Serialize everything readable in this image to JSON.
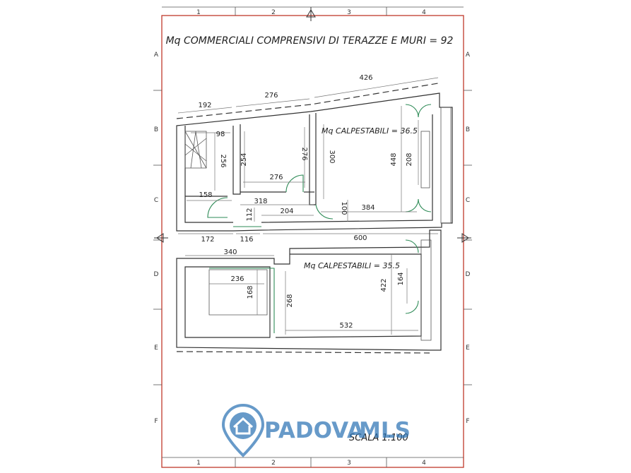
{
  "plan": {
    "title": "Mq COMMERCIALI COMPRENSIVI DI TERAZZE E MURI = 92",
    "upper_area_label": "Mq CALPESTABILI = 36.5",
    "lower_area_label": "Mq CALPESTABILI = 35.5",
    "scale_label": "SCALA 1:100",
    "colors": {
      "border": "#c0392b",
      "wall": "#333333",
      "door": "#2e8b57",
      "watermark": "#2d74b5"
    }
  },
  "grid": {
    "columns": [
      "1",
      "2",
      "3",
      "4"
    ],
    "rows": [
      "A",
      "B",
      "C",
      "D",
      "E",
      "F"
    ]
  },
  "dimensions": {
    "upper": [
      "192",
      "276",
      "426",
      "98",
      "256",
      "254",
      "276",
      "276",
      "300",
      "448",
      "208",
      "158",
      "318",
      "112",
      "204",
      "100",
      "384",
      "172",
      "116",
      "600"
    ],
    "lower": [
      "340",
      "236",
      "168",
      "268",
      "422",
      "164",
      "532"
    ]
  },
  "watermark": {
    "brand_part1": "PADOVA",
    "brand_part2": "MLS",
    "icon": "home-pin-icon"
  }
}
